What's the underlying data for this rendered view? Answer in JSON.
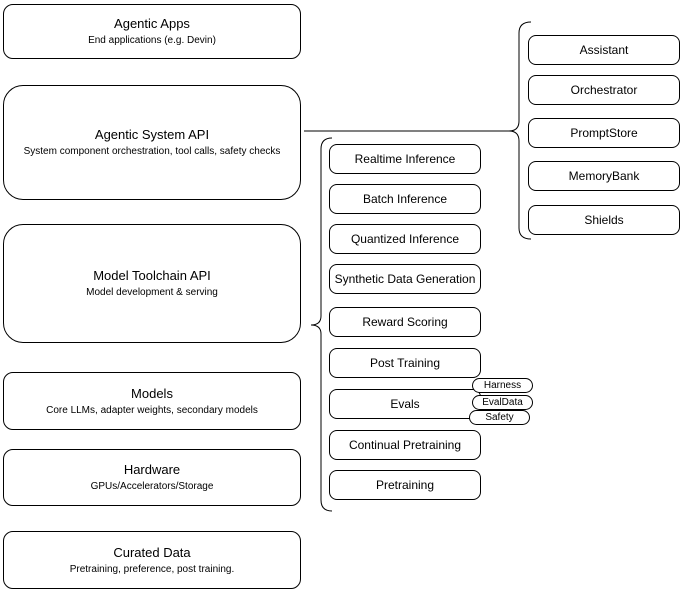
{
  "diagram": {
    "left_stack": [
      {
        "title": "Agentic Apps",
        "subtitle": "End applications (e.g. Devin)"
      },
      {
        "title": "Agentic System API",
        "subtitle": "System component orchestration, tool calls, safety checks"
      },
      {
        "title": "Model Toolchain API",
        "subtitle": "Model development & serving"
      },
      {
        "title": "Models",
        "subtitle": "Core LLMs, adapter weights, secondary models"
      },
      {
        "title": "Hardware",
        "subtitle": "GPUs/Accelerators/Storage"
      },
      {
        "title": "Curated Data",
        "subtitle": "Pretraining, preference, post training."
      }
    ],
    "toolchain_components": [
      "Realtime Inference",
      "Batch Inference",
      "Quantized Inference",
      "Synthetic Data Generation",
      "Reward Scoring",
      "Post Training",
      "Evals",
      "Continual Pretraining",
      "Pretraining"
    ],
    "evals_tags": [
      "Harness",
      "EvalData",
      "Safety"
    ],
    "system_components": [
      "Assistant",
      "Orchestrator",
      "PromptStore",
      "MemoryBank",
      "Shields"
    ],
    "colors": {
      "stroke": "#000000",
      "background": "#ffffff"
    }
  }
}
